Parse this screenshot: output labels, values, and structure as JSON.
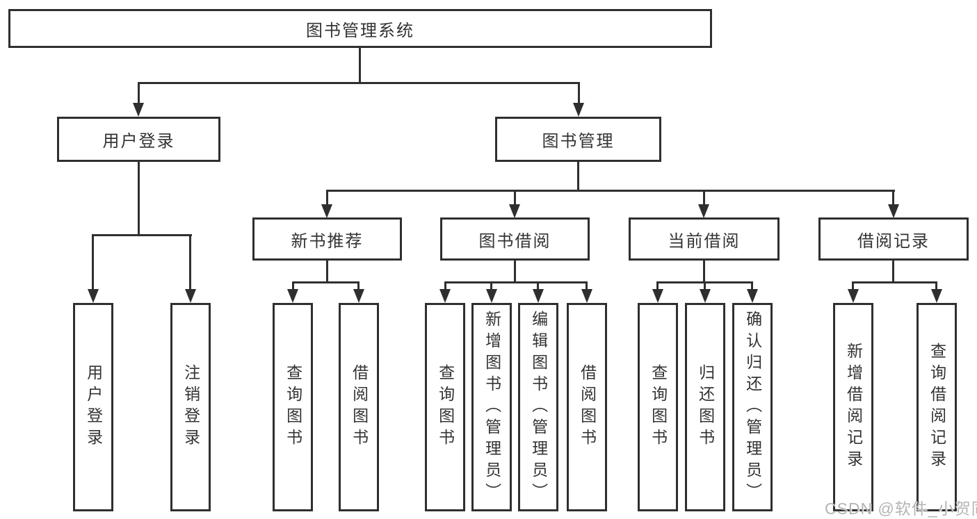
{
  "diagram": {
    "root": "图书管理系统",
    "branches": [
      {
        "label": "用户登录",
        "children": [
          "用户登录",
          "注销登录"
        ]
      },
      {
        "label": "图书管理",
        "sections": [
          {
            "label": "新书推荐",
            "children": [
              "查询图书",
              "借阅图书"
            ]
          },
          {
            "label": "图书借阅",
            "children": [
              "查询图书",
              "新增图书（管理员）",
              "编辑图书（管理员）",
              "借阅图书"
            ]
          },
          {
            "label": "当前借阅",
            "children": [
              "查询图书",
              "归还图书",
              "确认归还（管理员）"
            ]
          },
          {
            "label": "借阅记录",
            "children": [
              "新增借阅记录",
              "查询借阅记录"
            ]
          }
        ]
      }
    ]
  },
  "watermark": "CSDN @软件_小贺同学",
  "colors": {
    "line": "#2f2f2f",
    "text": "#333333",
    "watermark": "#b4b4b4",
    "background": "#ffffff"
  }
}
